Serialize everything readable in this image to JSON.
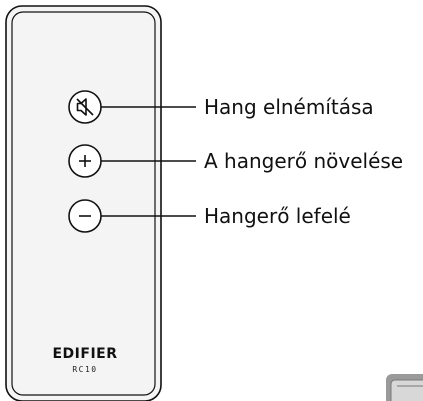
{
  "remote": {
    "brand": "EDIFIER",
    "model": "RC10",
    "body_color": "#f4f4f4",
    "outline_color": "#111111"
  },
  "buttons": [
    {
      "id": "mute",
      "icon": "mute-icon",
      "label": "Hang elnémítása"
    },
    {
      "id": "volume-up",
      "icon": "plus-icon",
      "label": "A hangerő növelése"
    },
    {
      "id": "volume-down",
      "icon": "minus-icon",
      "label": "Hangerő lefelé"
    }
  ],
  "corner_device": {
    "icon": "device-edge-icon",
    "color": "#9a9a9a"
  }
}
